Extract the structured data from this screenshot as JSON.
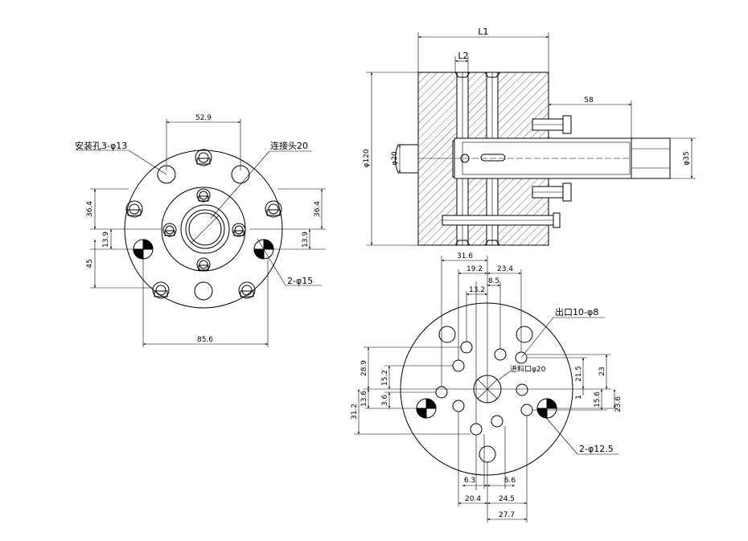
{
  "front_view": {
    "dim_top": "52.9",
    "label_mount": "安装孔3-φ13",
    "label_connector": "连接头20",
    "dim_left_36": "36.4",
    "dim_right_36": "36.4",
    "dim_left_13": "13.9",
    "dim_right_13": "13.9",
    "dim_45": "45",
    "label_holes": "2-φ15",
    "dim_bottom": "85.6"
  },
  "side_view": {
    "dim_L1": "L1",
    "dim_L2": "L2",
    "dim_58": "58",
    "dim_120": "φ120",
    "dim_20": "φ20",
    "dim_35": "φ35"
  },
  "bottom_view": {
    "dim_31_6": "31.6",
    "dim_19_2": "19.2",
    "dim_23_4": "23.4",
    "dim_8_5": "8.5",
    "dim_13_2": "13.2",
    "label_outlet": "出口10-φ8",
    "label_inlet": "进料口φ20",
    "dim_28_9": "28.9",
    "dim_15_2": "15.2",
    "dim_21_5": "21.5",
    "dim_23": "23",
    "dim_1": "1",
    "dim_15_6": "15.6",
    "dim_23_6": "23.6",
    "dim_31_2": "31.2",
    "dim_13_6": "13.6",
    "dim_3_6": "3.6",
    "label_holes": "2-φ12.5",
    "dim_6_3": "6.3",
    "dim_6_6": "6.6",
    "dim_20_4": "20.4",
    "dim_24_5": "24.5",
    "dim_27_7": "27.7"
  }
}
